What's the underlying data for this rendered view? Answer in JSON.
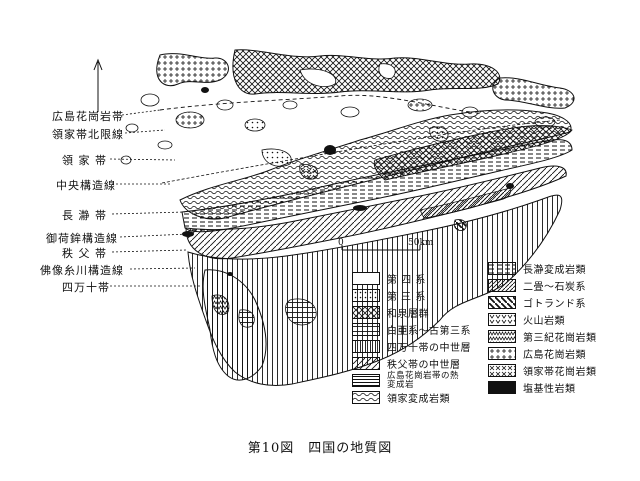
{
  "caption": "第10図　四国の地質図",
  "zone_labels": [
    {
      "id": "hiroshima-granite-zone",
      "text": "広島花崗岩帯"
    },
    {
      "id": "ryoke-north-boundary",
      "text": "領家帯北限線"
    },
    {
      "id": "ryoke-zone",
      "text": "領 家 帯"
    },
    {
      "id": "median-tectonic-line",
      "text": "中央構造線"
    },
    {
      "id": "sanbagawa-zone",
      "text": "長 瀞 帯"
    },
    {
      "id": "mikabu-line",
      "text": "御荷鉾構造線"
    },
    {
      "id": "chichibu-zone",
      "text": "秩 父 帯"
    },
    {
      "id": "butsuzo-line",
      "text": "佛像糸川構造線"
    },
    {
      "id": "shimanto-zone",
      "text": "四万十帯"
    }
  ],
  "scale": {
    "start": "0",
    "end": "50km"
  },
  "legend_left": [
    {
      "id": "quaternary",
      "text": "第 四 系",
      "pattern": "blank"
    },
    {
      "id": "tertiary",
      "text": "第 三 系",
      "pattern": "dots"
    },
    {
      "id": "izumi-group",
      "text": "和泉層群",
      "pattern": "crosshatch"
    },
    {
      "id": "cretaceous-paleogene",
      "text": "白亜系〜古第三系",
      "pattern": "hlines"
    },
    {
      "id": "shimanto-mesozoic",
      "text": "四万十帯の中世層",
      "pattern": "vlines"
    },
    {
      "id": "chichibu-mesozoic",
      "text": "秩父帯の中世層",
      "pattern": "diag"
    },
    {
      "id": "hiroshima-thermal",
      "text": "広島花崗岩帯の熱変成岩",
      "pattern": "hdense"
    },
    {
      "id": "ryoke-metamorphic",
      "text": "領家変成岩類",
      "pattern": "wave"
    }
  ],
  "legend_right": [
    {
      "id": "sanbagawa-metamorphic",
      "text": "長瀞変成岩類",
      "pattern": "dash"
    },
    {
      "id": "permian-carboniferous",
      "text": "二畳〜石炭系",
      "pattern": "diagdense"
    },
    {
      "id": "gotlandian",
      "text": "ゴトランド系",
      "pattern": "diagthick"
    },
    {
      "id": "volcanic",
      "text": "火山岩類",
      "pattern": "vee"
    },
    {
      "id": "tertiary-granite",
      "text": "第三紀花崗岩類",
      "pattern": "zigzag"
    },
    {
      "id": "hiroshima-granite",
      "text": "広島花崗岩類",
      "pattern": "plus"
    },
    {
      "id": "ryoke-granite",
      "text": "領家帯花崗岩類",
      "pattern": "xmark"
    },
    {
      "id": "ultrabasic",
      "text": "塩基性岩類",
      "pattern": "solid"
    }
  ]
}
